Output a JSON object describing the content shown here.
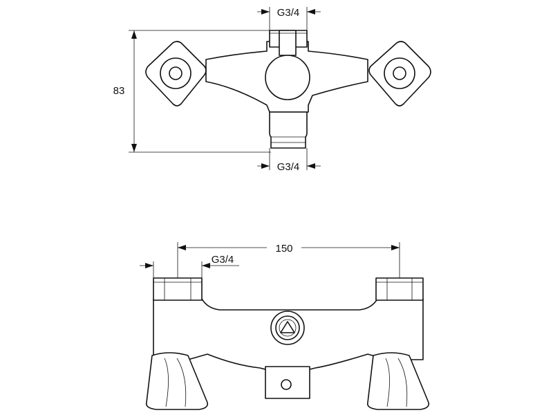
{
  "top_view": {
    "dim_inlet_top": "G3/4",
    "dim_outlet_bottom": "G3/4",
    "dim_height": "83"
  },
  "front_view": {
    "dim_spacing": "150",
    "dim_connection": "G3/4"
  },
  "colors": {
    "stroke": "#111111",
    "background": "#ffffff"
  }
}
